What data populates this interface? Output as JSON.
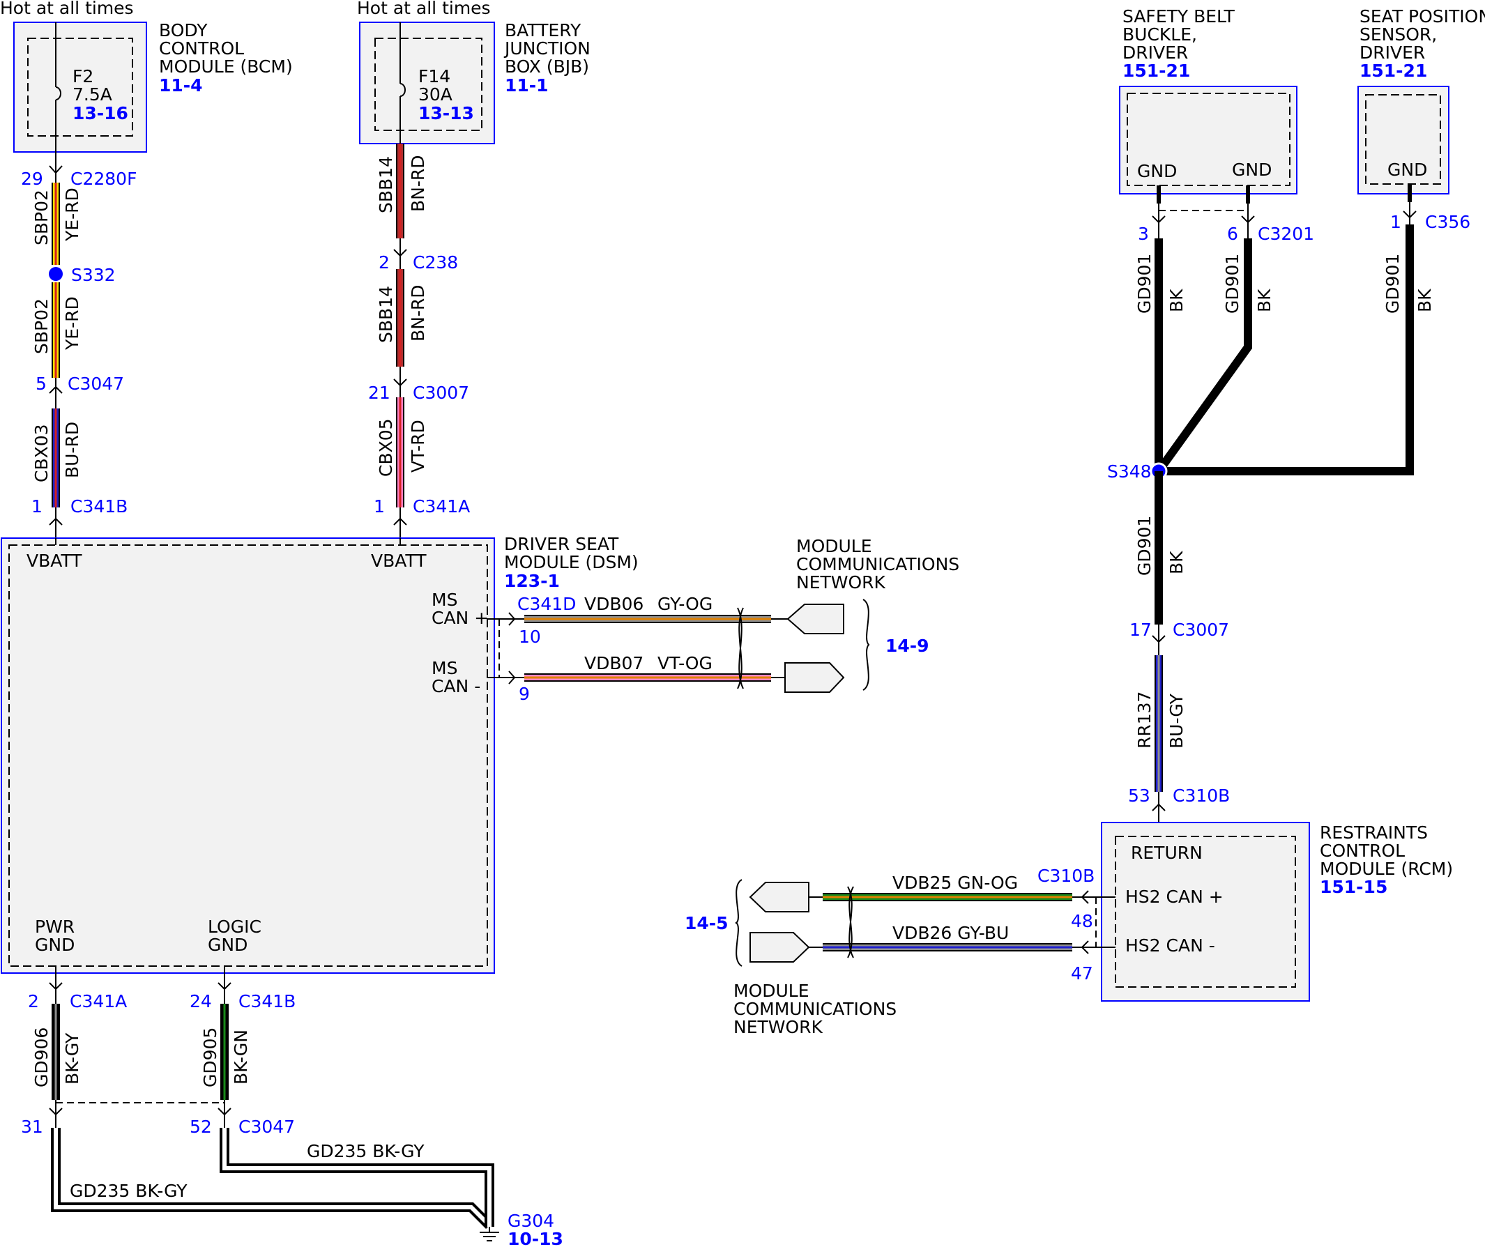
{
  "bcm": {
    "hot": "Hot at all times",
    "name": [
      "BODY",
      "CONTROL",
      "MODULE (BCM)"
    ],
    "page": "11-4",
    "fuse_id": "F2",
    "fuse_amp": "7.5A",
    "fuse_ref": "13-16"
  },
  "bjb": {
    "hot": "Hot at all times",
    "name": [
      "BATTERY",
      "JUNCTION",
      "BOX (BJB)"
    ],
    "page": "11-1",
    "fuse_id": "F14",
    "fuse_amp": "30A",
    "fuse_ref": "13-13"
  },
  "bcm_circuit": {
    "pin1": "29",
    "conn1": "C2280F",
    "wire1_id": "SBP02",
    "wire1_color": "YE-RD",
    "splice": "S332",
    "wire2_id": "SBP02",
    "wire2_color": "YE-RD",
    "pin2": "5",
    "conn2": "C3047",
    "wire3_id": "CBX03",
    "wire3_color": "BU-RD",
    "pin3": "1",
    "conn3": "C341B"
  },
  "bjb_circuit": {
    "wire1_id": "SBB14",
    "wire1_color": "BN-RD",
    "pin1": "2",
    "conn1": "C238",
    "wire2_id": "SBB14",
    "wire2_color": "BN-RD",
    "pin2": "21",
    "conn2": "C3007",
    "wire3_id": "CBX05",
    "wire3_color": "VT-RD",
    "pin3": "1",
    "conn3": "C341A"
  },
  "dsm": {
    "name": [
      "DRIVER SEAT",
      "MODULE (DSM)"
    ],
    "page": "123-1",
    "vbatt_left": "VBATT",
    "vbatt_right": "VBATT",
    "ms_can_plus": [
      "MS",
      "CAN +"
    ],
    "ms_can_minus": [
      "MS",
      "CAN -"
    ],
    "pwr_gnd": [
      "PWR",
      "GND"
    ],
    "logic_gnd": [
      "LOGIC",
      "GND"
    ]
  },
  "dsm_can": {
    "conn": "C341D",
    "pin_plus": "10",
    "wire_plus_id": "VDB06",
    "wire_plus_color": "GY-OG",
    "pin_minus": "9",
    "wire_minus_id": "VDB07",
    "wire_minus_color": "VT-OG",
    "network": [
      "MODULE",
      "COMMUNICATIONS",
      "NETWORK"
    ],
    "network_page": "14-9"
  },
  "dsm_grounds": {
    "pwr_pin": "2",
    "pwr_conn": "C341A",
    "pwr_wire_id": "GD906",
    "pwr_wire_color": "BK-GY",
    "logic_pin": "24",
    "logic_conn": "C341B",
    "logic_wire_id": "GD905",
    "logic_wire_color": "BK-GN",
    "pin_31": "31",
    "pin_52": "52",
    "conn_c3047": "C3047",
    "wire_upper": "GD235  BK-GY",
    "wire_lower": "GD235   BK-GY",
    "ground_id": "G304",
    "ground_page": "10-13"
  },
  "belt": {
    "name": [
      "SAFETY BELT",
      "BUCKLE,",
      "DRIVER"
    ],
    "page": "151-21",
    "gnd_left": "GND",
    "gnd_right": "GND",
    "pin_left": "3",
    "pin_right": "6",
    "conn": "C3201",
    "wire_left_id": "GD901",
    "wire_left_color": "BK",
    "wire_right_id": "GD901",
    "wire_right_color": "BK"
  },
  "seatpos": {
    "name": [
      "SEAT POSITION",
      "SENSOR,",
      "DRIVER"
    ],
    "page": "151-21",
    "gnd": "GND",
    "pin": "1",
    "conn": "C356",
    "wire_id": "GD901",
    "wire_color": "BK"
  },
  "rcm_circuit": {
    "splice": "S348",
    "wire1_id": "GD901",
    "wire1_color": "BK",
    "pin1": "17",
    "conn1": "C3007",
    "wire2_id": "RR137",
    "wire2_color": "BU-GY",
    "pin2": "53",
    "conn2": "C310B"
  },
  "rcm": {
    "name": [
      "RESTRAINTS",
      "CONTROL",
      "MODULE (RCM)"
    ],
    "page": "151-15",
    "return": "RETURN",
    "hs2_plus": "HS2 CAN +",
    "hs2_minus": "HS2 CAN -"
  },
  "rcm_can": {
    "conn": "C310B",
    "pin_plus": "48",
    "wire_plus": "VDB25   GN-OG",
    "pin_minus": "47",
    "wire_minus": "VDB26   GY-BU",
    "network": [
      "MODULE",
      "COMMUNICATIONS",
      "NETWORK"
    ],
    "network_page": "14-5"
  },
  "colors": {
    "box_border": "#0000ff",
    "box_fill": "#f2f2f2",
    "ref_text": "#0000ff",
    "YE-RD": [
      "#ffe000",
      "#d42020"
    ],
    "BU-RD": [
      "#2020c0",
      "#d42020"
    ],
    "BN-RD": [
      "#b03030",
      "#d42020"
    ],
    "VT-RD": [
      "#ff80c0",
      "#d42020"
    ],
    "GY-OG": [
      "#909090",
      "#e08000"
    ],
    "VT-OG": [
      "#ff88c8",
      "#e08000"
    ],
    "GN-OG": [
      "#1a8a1a",
      "#e08000"
    ],
    "GY-BU": [
      "#909090",
      "#2020d0"
    ],
    "BU-GY": [
      "#2020d0",
      "#909090"
    ],
    "BK-GY": [
      "#000000",
      "#909090"
    ],
    "BK-GN": [
      "#000000",
      "#1a8a1a"
    ]
  }
}
